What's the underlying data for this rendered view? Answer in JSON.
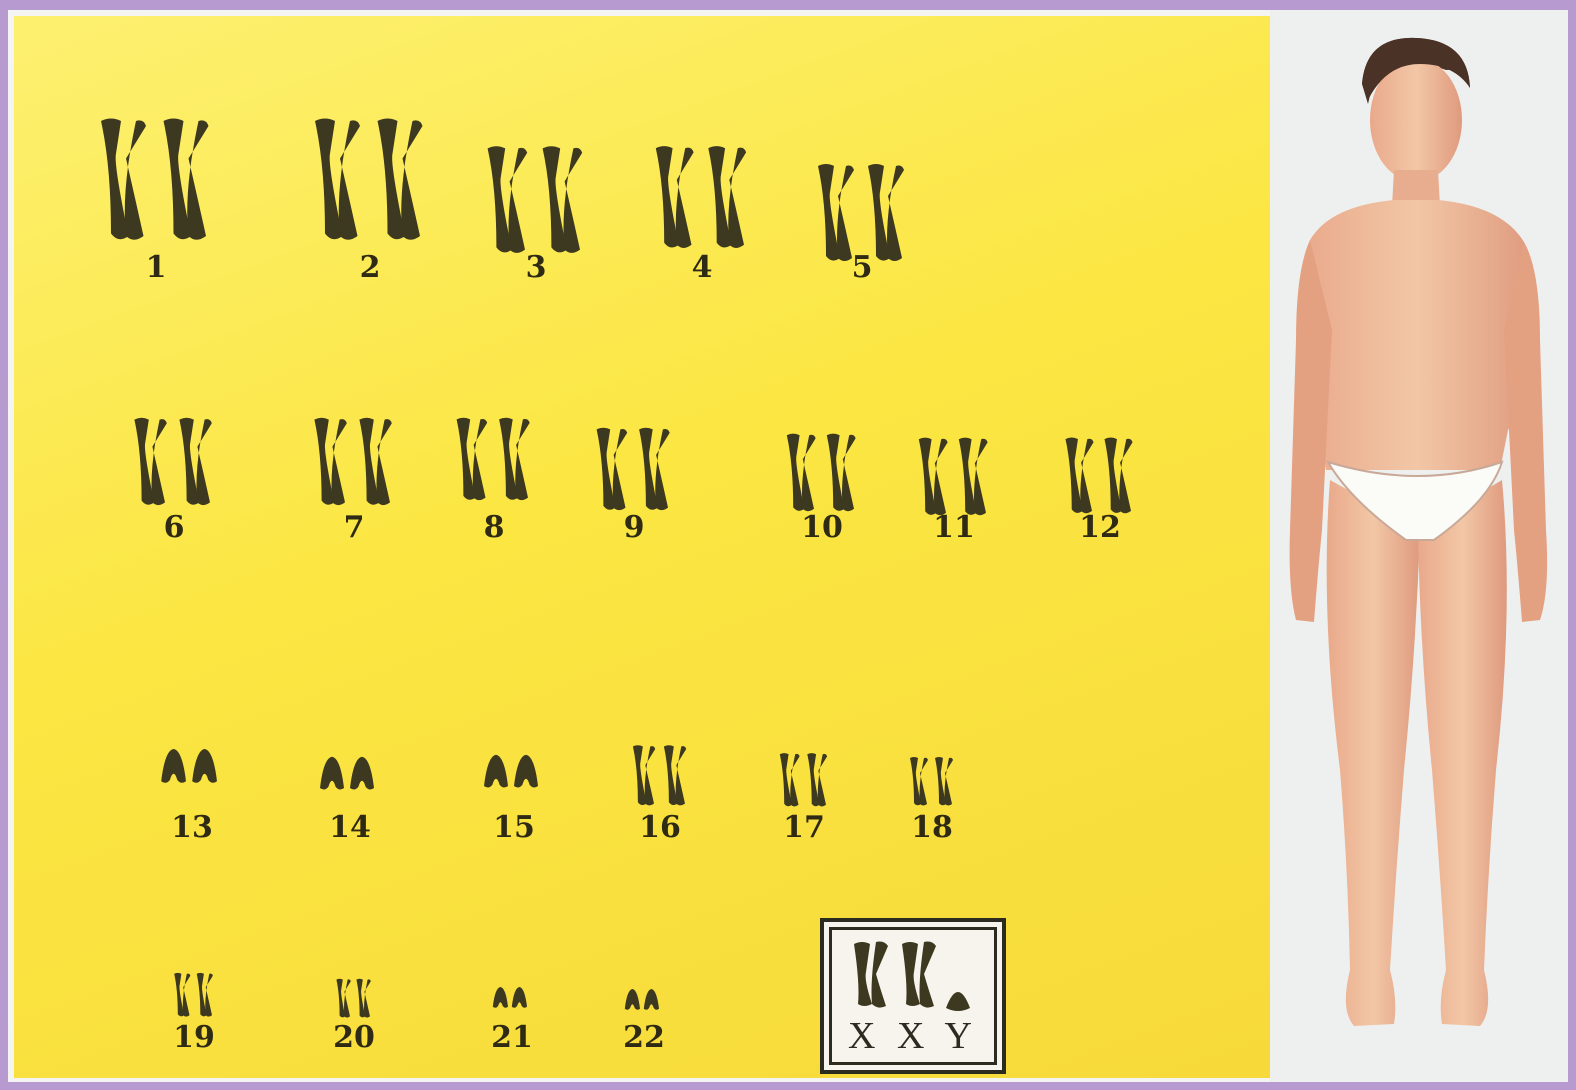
{
  "karyotype": {
    "pair_labels": [
      "1",
      "2",
      "3",
      "4",
      "5",
      "6",
      "7",
      "8",
      "9",
      "10",
      "11",
      "12",
      "13",
      "14",
      "15",
      "16",
      "17",
      "18",
      "19",
      "20",
      "21",
      "22"
    ],
    "sex_chromosomes_label": "X X Y"
  },
  "colors": {
    "panel": "#fbe642",
    "chromosome": "#3d3820",
    "border": "#b79ad0"
  },
  "illustration": {
    "icon": "human-figure-icon"
  }
}
